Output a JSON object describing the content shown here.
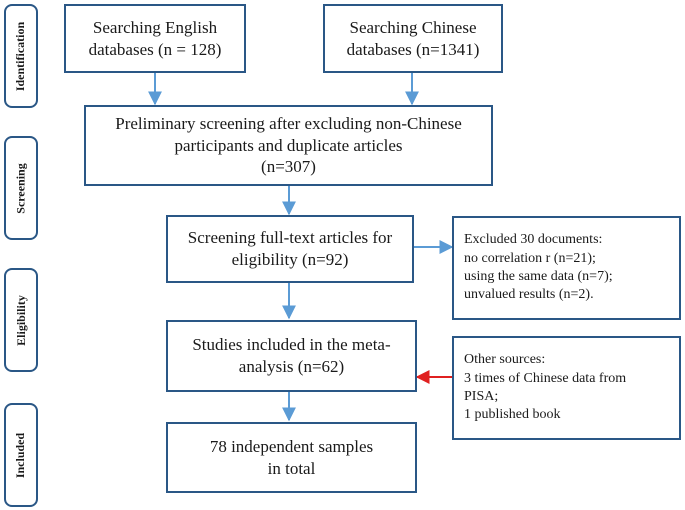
{
  "stages": {
    "identification": "Identification",
    "screening": "Screening",
    "eligibility": "Eligibility",
    "included": "Included"
  },
  "boxes": {
    "english": [
      "Searching English",
      "databases (n = 128)"
    ],
    "chinese": [
      "Searching Chinese",
      "databases (n=1341)"
    ],
    "preliminary": [
      "Preliminary screening after excluding non-Chinese",
      "participants and duplicate articles",
      "(n=307)"
    ],
    "fulltext": [
      "Screening full-text articles for",
      "eligibility (n=92)"
    ],
    "excluded": [
      "Excluded 30 documents:",
      "no correlation r (n=21);",
      "using the same data (n=7);",
      "unvalued results (n=2)."
    ],
    "included": [
      "Studies included in the meta-",
      "analysis (n=62)"
    ],
    "other": [
      "Other sources:",
      "3 times of Chinese data from",
      "PISA;",
      "1 published book"
    ],
    "total": [
      "78 independent samples",
      "in total"
    ]
  },
  "colors": {
    "border": "#2a5786",
    "arrow": "#5b9bd5",
    "highlight_arrow": "#e02020"
  }
}
